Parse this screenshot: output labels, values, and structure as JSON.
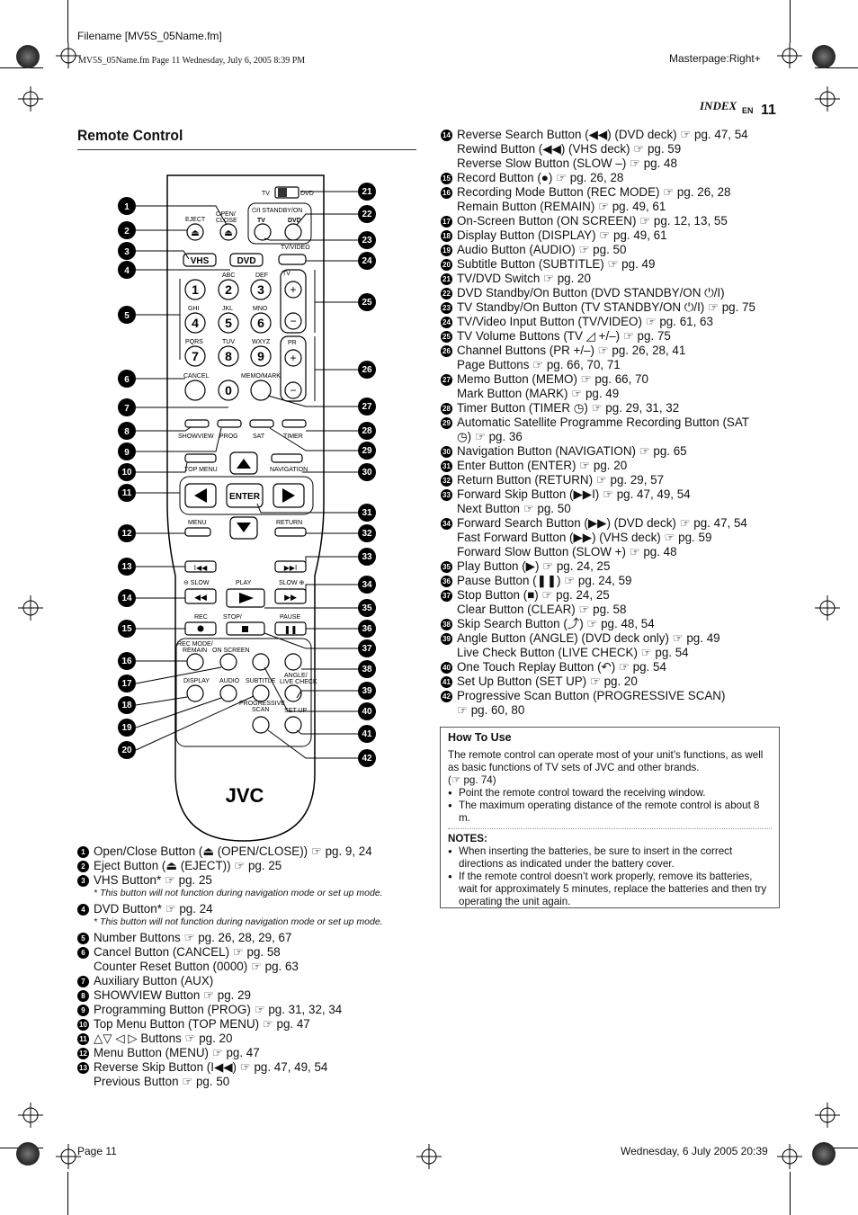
{
  "header": {
    "filename": "Filename [MV5S_05Name.fm]",
    "fileinfo": "MV5S_05Name.fm  Page 11  Wednesday, July 6, 2005  8:39 PM",
    "masterpage": "Masterpage:Right+",
    "index_label": "INDEX",
    "lang": "EN",
    "page_no": "11"
  },
  "section_title": "Remote Control",
  "remote": {
    "brand": "JVC",
    "labels": {
      "tv": "TV",
      "dvd": "DVD",
      "open_close": "OPEN/\nCLOSE",
      "eject": "EJECT",
      "standby": "⏻/I STANDBY/ON",
      "vhs": "VHS",
      "dvd_btn": "DVD",
      "tv_video": "TV/VIDEO",
      "cancel": "CANCEL",
      "memo_mark": "MEMO/MARK",
      "showview": "SHOWVIEW",
      "prog": "PROG",
      "sat": "SAT",
      "timer": "TIMER",
      "top_menu": "TOP MENU",
      "navigation": "NAVIGATION",
      "enter": "ENTER",
      "menu": "MENU",
      "return": "RETURN",
      "play": "PLAY",
      "slow": "SLOW",
      "rec": "REC",
      "stop": "STOP/",
      "pause": "PAUSE",
      "rec_mode": "REC MODE/\nREMAIN",
      "on_screen": "ON SCREEN",
      "angle": "ANGLE/\nLIVE CHECK",
      "display": "DISPLAY",
      "audio": "AUDIO",
      "subtitle": "SUBTITLE",
      "progressive": "PROGRESSIVE\nSCAN",
      "set_up": "SET UP",
      "pr": "PR",
      "tv_vol": "TV"
    },
    "digits": [
      {
        "n": "1",
        "l": ""
      },
      {
        "n": "2",
        "l": "ABC"
      },
      {
        "n": "3",
        "l": "DEF"
      },
      {
        "n": "4",
        "l": "GHI"
      },
      {
        "n": "5",
        "l": "JKL"
      },
      {
        "n": "6",
        "l": "MNO"
      },
      {
        "n": "7",
        "l": "PQRS"
      },
      {
        "n": "8",
        "l": "TUV"
      },
      {
        "n": "9",
        "l": "WXYZ"
      },
      {
        "n": "0",
        "l": ""
      }
    ],
    "callouts_left": [
      "1",
      "2",
      "3",
      "4",
      "5",
      "6",
      "7",
      "8",
      "9",
      "10",
      "11",
      "12",
      "13",
      "14",
      "15",
      "16",
      "17",
      "18",
      "19",
      "20"
    ],
    "callouts_right": [
      "21",
      "22",
      "23",
      "24",
      "25",
      "26",
      "27",
      "28",
      "29",
      "30",
      "31",
      "32",
      "33",
      "34",
      "35",
      "36",
      "37",
      "38",
      "39",
      "40",
      "41",
      "42"
    ]
  },
  "left_list": [
    {
      "n": "1",
      "text": "Open/Close Button (⏏ (OPEN/CLOSE)) ☞ pg. 9, 24"
    },
    {
      "n": "2",
      "text": "Eject Button (⏏ (EJECT)) ☞ pg. 25"
    },
    {
      "n": "3",
      "text": "VHS Button* ☞ pg. 25",
      "note": "*  This button will not function during navigation mode or set up mode."
    },
    {
      "n": "4",
      "text": "DVD Button* ☞ pg. 24",
      "note": "*  This button will not function during navigation mode or set up mode."
    },
    {
      "n": "5",
      "text": "Number Buttons ☞ pg. 26, 28, 29, 67"
    },
    {
      "n": "6",
      "text": "Cancel Button (CANCEL) ☞ pg. 58",
      "cont": [
        "Counter Reset Button (0000) ☞ pg. 63"
      ]
    },
    {
      "n": "7",
      "text": "Auxiliary Button (AUX)"
    },
    {
      "n": "8",
      "text": "SHOWVIEW Button ☞ pg. 29"
    },
    {
      "n": "9",
      "text": "Programming Button (PROG) ☞ pg. 31, 32, 34"
    },
    {
      "n": "10",
      "text": "Top Menu Button (TOP MENU) ☞ pg. 47"
    },
    {
      "n": "11",
      "text": "△▽ ◁ ▷ Buttons ☞ pg. 20"
    },
    {
      "n": "12",
      "text": "Menu Button (MENU) ☞ pg. 47"
    },
    {
      "n": "13",
      "text": "Reverse Skip Button (I◀◀) ☞ pg. 47, 49, 54",
      "cont": [
        "Previous Button ☞ pg. 50"
      ]
    }
  ],
  "right_list": [
    {
      "n": "14",
      "text": "Reverse Search Button (◀◀) (DVD deck) ☞ pg. 47, 54",
      "cont": [
        "Rewind Button (◀◀) (VHS deck) ☞ pg. 59",
        "Reverse Slow Button (SLOW –) ☞ pg. 48"
      ]
    },
    {
      "n": "15",
      "text": "Record Button (●) ☞ pg. 26, 28"
    },
    {
      "n": "16",
      "text": "Recording Mode Button (REC MODE) ☞ pg. 26, 28",
      "cont": [
        "Remain Button (REMAIN) ☞ pg. 49, 61"
      ]
    },
    {
      "n": "17",
      "text": "On-Screen Button (ON SCREEN) ☞ pg. 12, 13, 55"
    },
    {
      "n": "18",
      "text": "Display Button (DISPLAY) ☞ pg. 49, 61"
    },
    {
      "n": "19",
      "text": "Audio Button (AUDIO) ☞ pg. 50"
    },
    {
      "n": "20",
      "text": "Subtitle Button (SUBTITLE) ☞ pg. 49"
    },
    {
      "n": "21",
      "text": "TV/DVD Switch ☞ pg. 20"
    },
    {
      "n": "22",
      "text": "DVD Standby/On Button (DVD STANDBY/ON ⏻/I)"
    },
    {
      "n": "23",
      "text": "TV Standby/On Button (TV STANDBY/ON ⏻/I) ☞ pg. 75"
    },
    {
      "n": "24",
      "text": "TV/Video Input Button (TV/VIDEO) ☞ pg. 61, 63"
    },
    {
      "n": "25",
      "text": "TV Volume Buttons (TV ◿ +/–) ☞ pg. 75"
    },
    {
      "n": "26",
      "text": "Channel Buttons (PR +/–) ☞ pg. 26, 28, 41",
      "cont": [
        "Page Buttons ☞ pg. 66, 70, 71"
      ]
    },
    {
      "n": "27",
      "text": "Memo Button (MEMO) ☞ pg. 66, 70",
      "cont": [
        "Mark Button (MARK) ☞ pg. 49"
      ]
    },
    {
      "n": "28",
      "text": "Timer Button (TIMER ◷) ☞ pg. 29, 31, 32"
    },
    {
      "n": "29",
      "text": "Automatic Satellite Programme Recording Button (SAT",
      "cont": [
        "◷) ☞ pg. 36"
      ]
    },
    {
      "n": "30",
      "text": "Navigation Button (NAVIGATION) ☞ pg. 65"
    },
    {
      "n": "31",
      "text": "Enter Button (ENTER) ☞ pg. 20"
    },
    {
      "n": "32",
      "text": "Return Button (RETURN) ☞ pg. 29, 57"
    },
    {
      "n": "33",
      "text": "Forward Skip Button (▶▶I) ☞ pg. 47, 49, 54",
      "cont": [
        "Next Button ☞ pg. 50"
      ]
    },
    {
      "n": "34",
      "text": "Forward Search Button (▶▶) (DVD deck) ☞ pg. 47, 54",
      "cont": [
        "Fast Forward Button (▶▶) (VHS deck) ☞ pg. 59",
        "Forward Slow Button (SLOW +) ☞ pg. 48"
      ]
    },
    {
      "n": "35",
      "text": "Play Button (▶) ☞ pg. 24, 25"
    },
    {
      "n": "36",
      "text": "Pause Button (❚❚) ☞ pg. 24, 59"
    },
    {
      "n": "37",
      "text": "Stop Button (■) ☞ pg. 24, 25",
      "cont": [
        "Clear Button (CLEAR) ☞ pg. 58"
      ]
    },
    {
      "n": "38",
      "text": "Skip Search Button (⤴) ☞ pg. 48, 54"
    },
    {
      "n": "39",
      "text": "Angle Button (ANGLE) (DVD deck only) ☞ pg. 49",
      "cont": [
        "Live Check Button (LIVE CHECK) ☞ pg. 54"
      ]
    },
    {
      "n": "40",
      "text": "One Touch Replay Button (↶) ☞ pg. 54"
    },
    {
      "n": "41",
      "text": "Set Up Button (SET UP) ☞ pg. 20"
    },
    {
      "n": "42",
      "text": "Progressive Scan Button (PROGRESSIVE SCAN)",
      "cont": [
        "☞ pg. 60, 80"
      ]
    }
  ],
  "howto": {
    "title": "How To Use",
    "para": "The remote control can operate most of your unit’s functions, as well as basic functions of TV sets of JVC and other brands.",
    "para_ref": "(☞ pg. 74)",
    "bullets": [
      "Point the remote control toward the receiving window.",
      "The maximum operating distance of the remote control is about 8 m."
    ],
    "notes_title": "NOTES:",
    "notes": [
      "When inserting the batteries, be sure to insert in the correct directions as indicated under the battery cover.",
      "If the remote control doesn’t work properly, remove its batteries, wait for approximately 5 minutes, replace the batteries and then try operating the unit again."
    ]
  },
  "footer": {
    "page": "Page 11",
    "date": "Wednesday, 6 July 2005  20:39"
  }
}
